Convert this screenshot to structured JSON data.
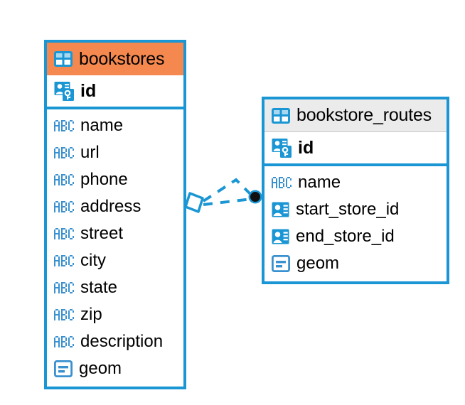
{
  "diagram": {
    "type": "entity-relationship-diagram",
    "background_color": "#ffffff",
    "accent_color": "#1b96d4",
    "selected_header_color": "#f5884f",
    "header_color": "#ebebeb"
  },
  "entities": [
    {
      "name": "bookstores",
      "title": "bookstores",
      "selected": true,
      "primary_key": {
        "label": "id",
        "icon": "primary-key-icon"
      },
      "fields": [
        {
          "label": "name",
          "icon": "abc-icon"
        },
        {
          "label": "url",
          "icon": "abc-icon"
        },
        {
          "label": "phone",
          "icon": "abc-icon"
        },
        {
          "label": "address",
          "icon": "abc-icon"
        },
        {
          "label": "street",
          "icon": "abc-icon"
        },
        {
          "label": "city",
          "icon": "abc-icon"
        },
        {
          "label": "state",
          "icon": "abc-icon"
        },
        {
          "label": "zip",
          "icon": "abc-icon"
        },
        {
          "label": "description",
          "icon": "abc-icon"
        },
        {
          "label": "geom",
          "icon": "geometry-icon"
        }
      ]
    },
    {
      "name": "bookstore_routes",
      "title": "bookstore_routes",
      "selected": false,
      "primary_key": {
        "label": "id",
        "icon": "primary-key-icon"
      },
      "fields": [
        {
          "label": "name",
          "icon": "abc-icon"
        },
        {
          "label": "start_store_id",
          "icon": "foreign-key-icon"
        },
        {
          "label": "end_store_id",
          "icon": "foreign-key-icon"
        },
        {
          "label": "geom",
          "icon": "geometry-icon"
        }
      ]
    }
  ],
  "relationships": [
    {
      "from": "bookstores",
      "to": "bookstore_routes",
      "source_marker": "diamond",
      "target_marker": "filled-circle",
      "line_style": "dashed",
      "color": "#1b96d4"
    }
  ]
}
